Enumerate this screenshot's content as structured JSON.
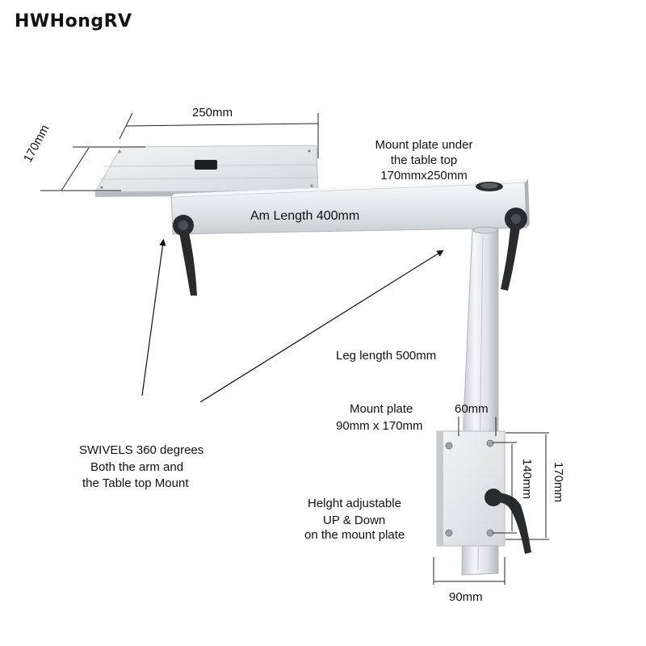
{
  "brand": "HWHongRV",
  "labels": {
    "top_plate_width": "250mm",
    "top_plate_depth": "170mm",
    "mount_plate_line1": "Mount plate under",
    "mount_plate_line2": "the table top",
    "mount_plate_line3": "170mmx250mm",
    "arm_length": "Am Length 400mm",
    "leg_length": "Leg length 500mm",
    "wall_plate_line1": "Mount plate",
    "wall_plate_line2": "90mm x 170mm",
    "wall_plate_60": "60mm",
    "wall_plate_140": "140mm",
    "wall_plate_170": "170mm",
    "wall_plate_90": "90mm",
    "swivel_line1": "SWIVELS 360 degrees",
    "swivel_line2": "Both the arm and",
    "swivel_line3": "the Table top Mount",
    "height_line1": "Helght adjustable",
    "height_line2": "UP & Down",
    "height_line3": "on the mount plate"
  },
  "colors": {
    "aluminum_light": "#eef0f2",
    "aluminum_mid": "#d7dadd",
    "aluminum_dark": "#b9bdc1",
    "handle": "#2a2b2d",
    "dimension_line": "#222222",
    "arrow": "#111111"
  }
}
